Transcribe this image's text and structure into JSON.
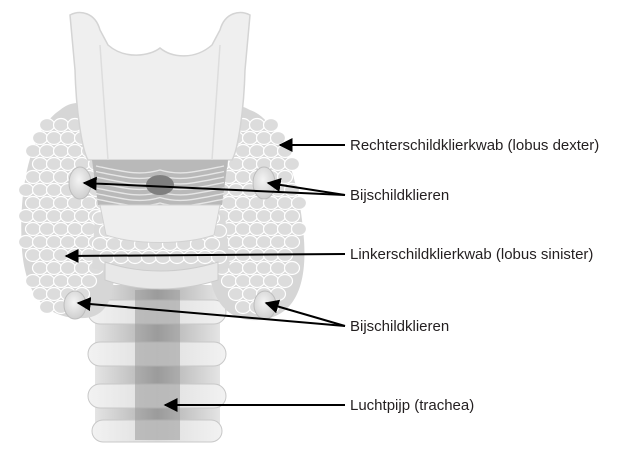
{
  "labels": {
    "right_lobe": "Rechterschildklierkwab (lobus dexter)",
    "parathyroid_upper": "Bijschildklieren",
    "left_lobe": "Linkerschildklierkwab (lobus sinister)",
    "parathyroid_lower": "Bijschildklieren",
    "trachea": "Luchtpijp (trachea)"
  },
  "colors": {
    "cartilage": "#efefef",
    "lobe": "#d9d9d9",
    "lobe_cell_edge": "#ffffff",
    "parathyroid": "#e6e6e6",
    "trachea_light": "#d6d6d6",
    "trachea_dark": "#9a9a9a",
    "leader_line": "#000000",
    "text": "#231f20"
  }
}
